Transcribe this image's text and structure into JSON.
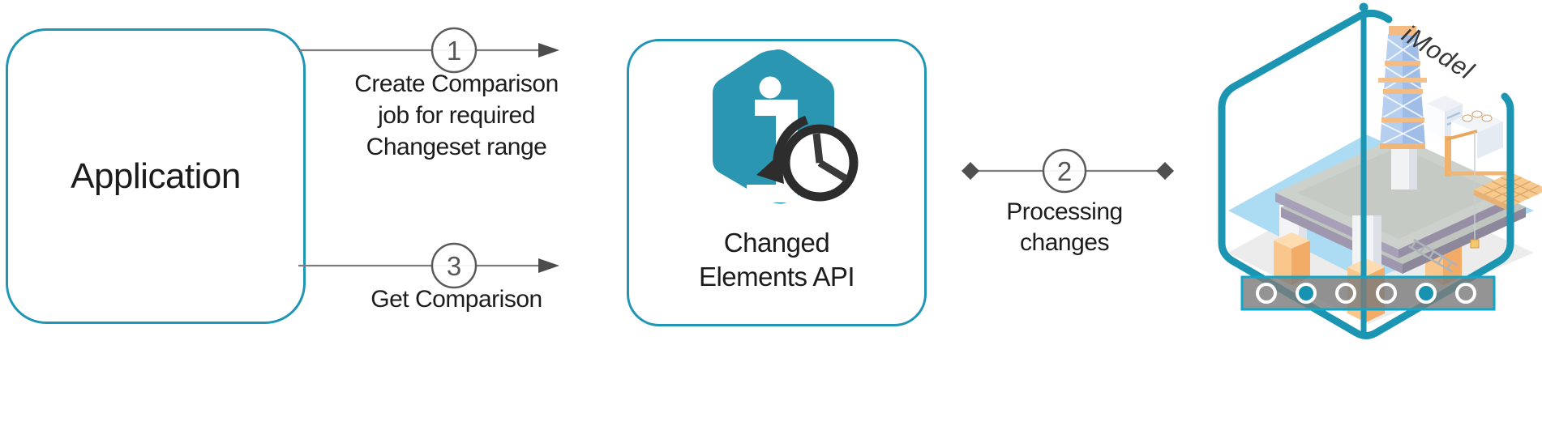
{
  "application": {
    "label": "Application"
  },
  "steps": {
    "one": {
      "number": "1",
      "line1": "Create Comparison",
      "line2": "job for required",
      "line3": "Changeset range"
    },
    "two": {
      "number": "2",
      "line1": "Processing",
      "line2": "changes"
    },
    "three": {
      "number": "3",
      "label": "Get Comparison"
    }
  },
  "api": {
    "line1": "Changed",
    "line2": "Elements API"
  },
  "imodel": {
    "label": "iModel",
    "indicator_dots": [
      "outline",
      "filled",
      "outline",
      "outline",
      "filled",
      "outline"
    ]
  },
  "colors": {
    "accent_teal": "#2095b4",
    "icon_teal": "#2b96b2",
    "hex_outline_teal": "#1b95b1",
    "bar_border_teal": "#0fa7c9",
    "connector_line_gray": "#7c7c7c",
    "connector_shape_gray": "#4c4c4c",
    "clock_dark": "#2e2d2d"
  }
}
